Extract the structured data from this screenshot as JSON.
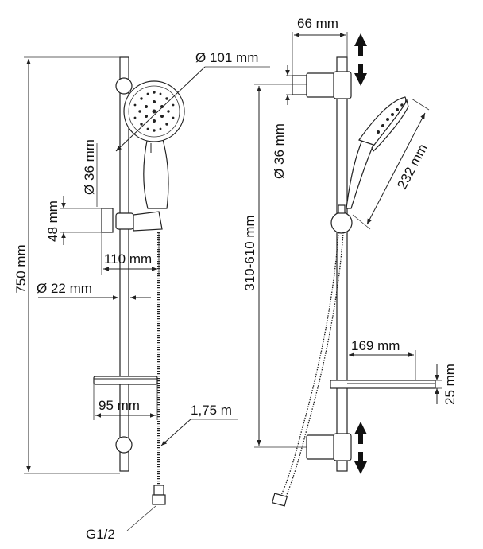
{
  "labels": {
    "diam_101": "Ø 101 mm",
    "diam_36_left": "Ø 36 mm",
    "h_48": "48 mm",
    "w_110": "110 mm",
    "total_750": "750 mm",
    "diam_22": "Ø 22 mm",
    "w_95": "95 mm",
    "hose_175": "1,75 m",
    "g12": "G1/2",
    "w_66": "66 mm",
    "diam_36_right": "Ø 36 mm",
    "len_232": "232 mm",
    "range_310_610": "310-610 mm",
    "w_169": "169 mm",
    "h_25": "25 mm"
  }
}
